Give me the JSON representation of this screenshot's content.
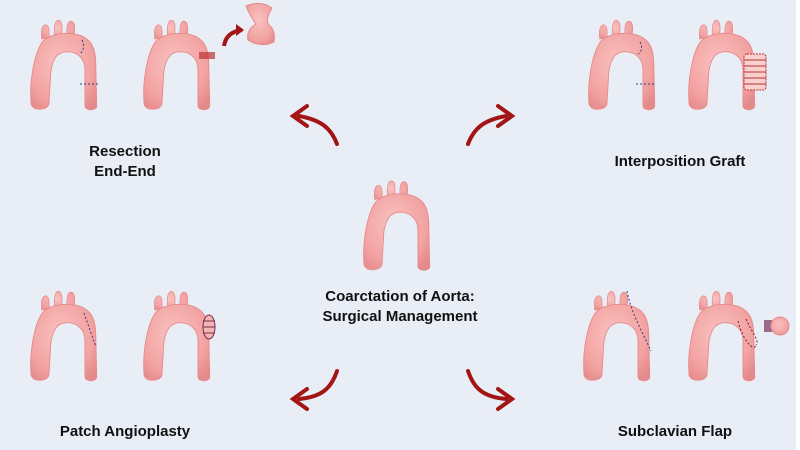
{
  "diagram": {
    "title_line1": "Coarctation of Aorta:",
    "title_line2": "Surgical Management",
    "background_color": "#e9edf6",
    "vessel_color": "#f2a0a0",
    "arrow_color": "#a31515",
    "procedures": [
      {
        "id": "resection",
        "label_line1": "Resection",
        "label_line2": "End-End",
        "position": "top-left"
      },
      {
        "id": "interposition",
        "label_line1": "Interposition Graft",
        "label_line2": "",
        "position": "top-right"
      },
      {
        "id": "patch",
        "label_line1": "Patch Angioplasty",
        "label_line2": "",
        "position": "bottom-left"
      },
      {
        "id": "subclavian",
        "label_line1": "Subclavian Flap",
        "label_line2": "",
        "position": "bottom-right"
      }
    ]
  }
}
